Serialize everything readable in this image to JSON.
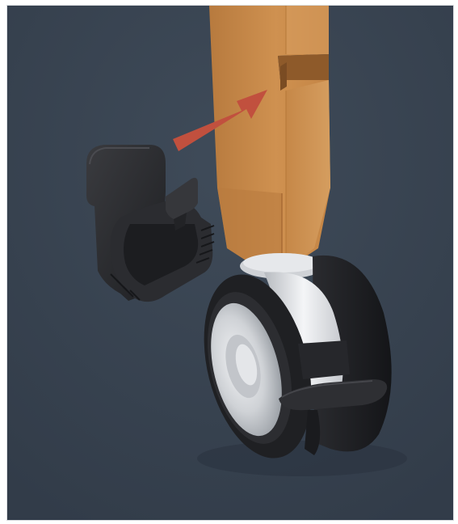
{
  "scene": {
    "subject": "caster-wheel-with-wooden-leg-and-clip",
    "palette": {
      "background": "#3a4553",
      "background_shadow": "#323c49",
      "wood": "#c98a48",
      "wood_shadow": "#a86b35",
      "wood_highlight": "#d9a061",
      "arrow": "#c1503e",
      "plastic": "#2a2b2e",
      "plastic_highlight": "#3a3b3f",
      "wheel_rubber": "#1c1d20",
      "wheel_hub": "#d7d9dc",
      "metal": "#e3e5e8"
    },
    "icons": [
      "arrow-icon",
      "clip-part",
      "caster-wheel"
    ]
  }
}
